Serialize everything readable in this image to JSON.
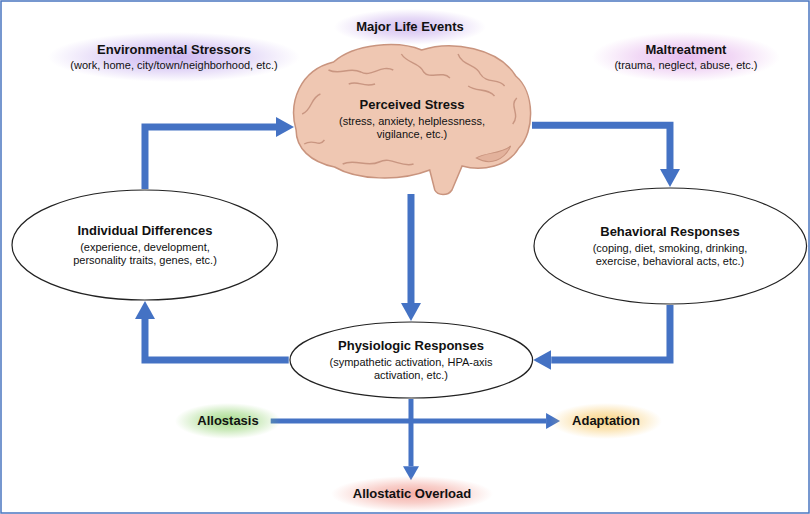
{
  "diagram": {
    "nodes": [
      {
        "text": [
          "Environmental Stressors",
          "(work, home, city/town/neighborhood, etc.)"
        ]
      },
      {
        "text": [
          "Major Life Events"
        ]
      },
      {
        "text": [
          "Maltreatment",
          "(trauma, neglect, abuse, etc.)"
        ]
      },
      {
        "text": [
          "Perceived Stress",
          "(stress, anxiety, helplessness, vigilance, etc.)"
        ]
      },
      {
        "text": [
          "Individual Differences",
          "(experience, development, personality traits, genes, etc.)"
        ]
      },
      {
        "text": [
          "Behavioral Responses",
          "(coping, diet, smoking, drinking, exercise, behavioral acts, etc.)"
        ]
      },
      {
        "text": [
          "Physiologic Responses",
          "(sympathetic activation, HPA-axis activation, etc.)"
        ]
      },
      {
        "text": [
          "Allostasis"
        ]
      },
      {
        "text": [
          "Adaptation"
        ]
      },
      {
        "text": [
          "Allostatic Overload"
        ]
      }
    ],
    "edges": [
      {
        "from": 4,
        "to": 3,
        "arrow": "to"
      },
      {
        "from": 3,
        "to": 5,
        "arrow": "to"
      },
      {
        "from": 3,
        "to": 6,
        "arrow": "to"
      },
      {
        "from": 5,
        "to": 6,
        "arrow": "to"
      },
      {
        "from": 6,
        "to": 4,
        "arrow": "to"
      },
      {
        "from": 7,
        "to": 8,
        "arrow": "to"
      },
      {
        "from": 6,
        "to": 9,
        "arrow": "to"
      }
    ]
  }
}
